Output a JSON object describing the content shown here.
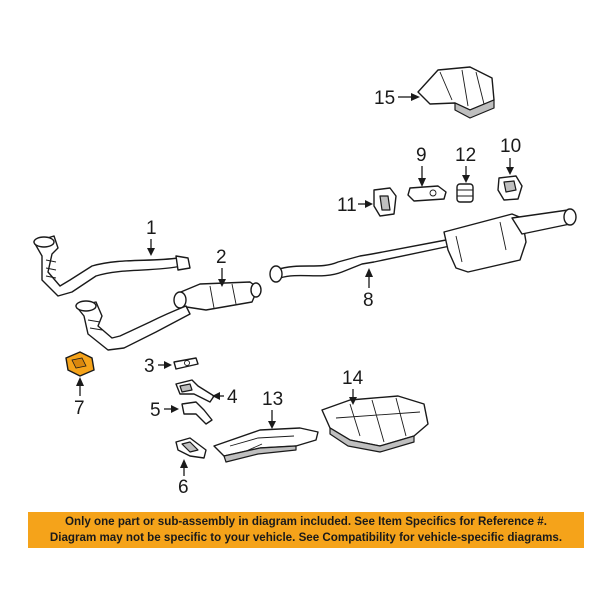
{
  "callouts": {
    "c1": "1",
    "c2": "2",
    "c3": "3",
    "c4": "4",
    "c5": "5",
    "c6": "6",
    "c7": "7",
    "c8": "8",
    "c9": "9",
    "c10": "10",
    "c11": "11",
    "c12": "12",
    "c13": "13",
    "c14": "14",
    "c15": "15"
  },
  "banner": {
    "line1": "Only one part or sub-assembly in diagram included. See Item Specifics for Reference #.",
    "line2": "Diagram may not be specific to your vehicle. See Compatibility for vehicle-specific diagrams."
  },
  "colors": {
    "banner_background": "#f5a31a",
    "highlight_part": "#f5a31a",
    "line_art": "#1a1a1a"
  }
}
